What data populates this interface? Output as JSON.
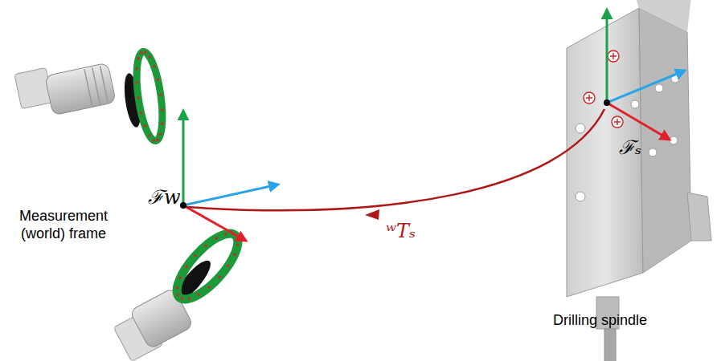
{
  "diagram": {
    "labels": [
      "Measurement (world) frame",
      "ℱw",
      "ʷTₛ",
      "ℱₛ",
      "Drilling spindle"
    ]
  }
}
